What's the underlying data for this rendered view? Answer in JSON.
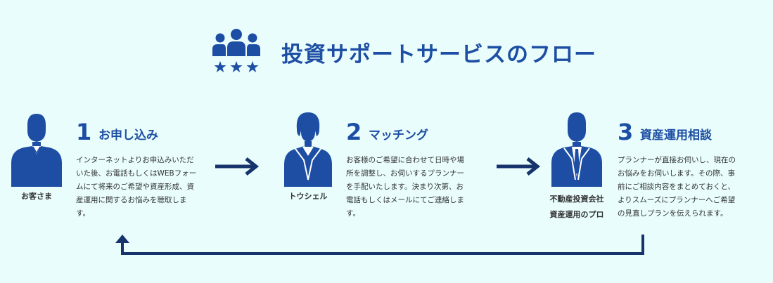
{
  "header": {
    "title": "投資サポートサービスのフロー",
    "icon": "team-stars-icon"
  },
  "colors": {
    "background": "#e9fdfd",
    "accent": "#1d4ea3",
    "arrow": "#16336b",
    "text": "#333333"
  },
  "people": [
    {
      "icon": "customer-person-icon",
      "label": "お客さま"
    },
    {
      "icon": "staff-woman-icon",
      "label": "トウシェル"
    },
    {
      "icon": "advisor-man-icon",
      "label_line1": "不動産投資会社",
      "label_line2": "資産運用のプロ"
    }
  ],
  "steps": [
    {
      "number": "1",
      "title": "お申し込み",
      "lines": [
        "インターネットよりお申込みいただ",
        "いた後、お電話もしくはWEBフォー",
        "ムにて将来のご希望や資産形成、資",
        "産運用に関するお悩みを聴取しま",
        "す。"
      ]
    },
    {
      "number": "2",
      "title": "マッチング",
      "lines": [
        "お客様のご希望に合わせて日時や場",
        "所を調整し、お伺いするプランナー",
        "を手配いたします。決まり次第、お",
        "電話もしくはメールにてご連絡しま",
        "す。"
      ]
    },
    {
      "number": "3",
      "title": "資産運用相談",
      "lines": [
        "プランナーが直接お伺いし、現在の",
        "お悩みをお伺いします。その際、事",
        "前にご相談内容をまとめておくと、",
        "よりスムーズにプランナーへご希望",
        "の見直しプランを伝えられます。"
      ]
    }
  ]
}
